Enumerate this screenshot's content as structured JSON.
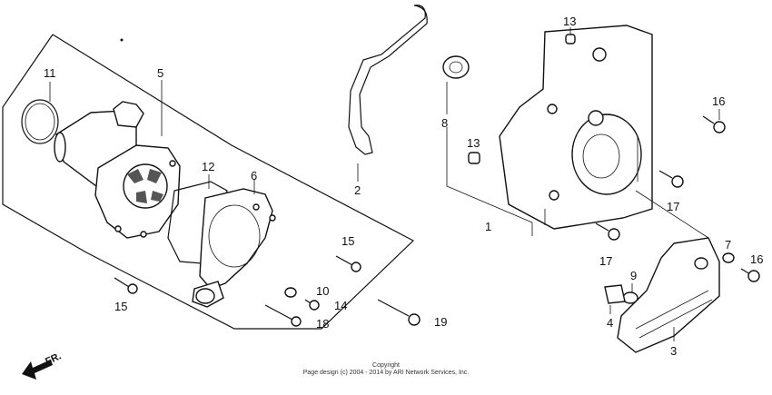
{
  "callouts": [
    {
      "id": "c11",
      "text": "11"
    },
    {
      "id": "c5",
      "text": "5"
    },
    {
      "id": "c12",
      "text": "12"
    },
    {
      "id": "c6",
      "text": "6"
    },
    {
      "id": "c2",
      "text": "2"
    },
    {
      "id": "c15a",
      "text": "15"
    },
    {
      "id": "c15b",
      "text": "15"
    },
    {
      "id": "c10",
      "text": "10"
    },
    {
      "id": "c14",
      "text": "14"
    },
    {
      "id": "c18",
      "text": "18"
    },
    {
      "id": "c19",
      "text": "19"
    },
    {
      "id": "c8",
      "text": "8"
    },
    {
      "id": "c13a",
      "text": "13"
    },
    {
      "id": "c13b",
      "text": "13"
    },
    {
      "id": "c1",
      "text": "1"
    },
    {
      "id": "c16a",
      "text": "16"
    },
    {
      "id": "c16b",
      "text": "16"
    },
    {
      "id": "c17a",
      "text": "17"
    },
    {
      "id": "c17b",
      "text": "17"
    },
    {
      "id": "c7",
      "text": "7"
    },
    {
      "id": "c9",
      "text": "9"
    },
    {
      "id": "c4",
      "text": "4"
    },
    {
      "id": "c3",
      "text": "3"
    }
  ],
  "direction_marker": "FR.",
  "copyright": {
    "line1": "Copyright",
    "line2": "Page design (c) 2004 - 2014 by ARI Network Services, Inc."
  }
}
